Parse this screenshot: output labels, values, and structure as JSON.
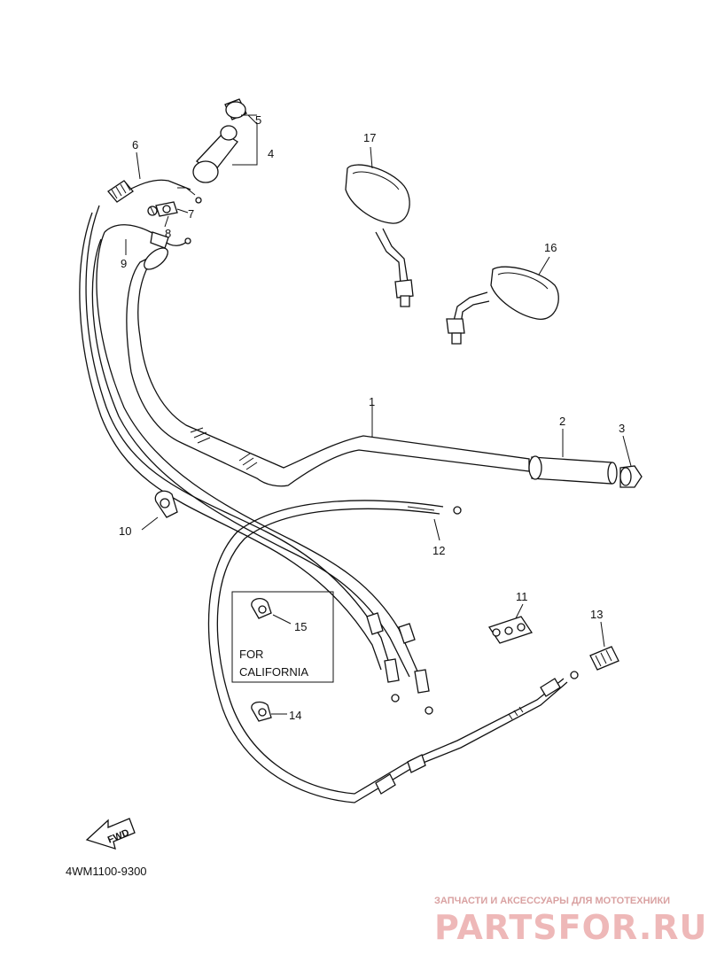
{
  "callouts": [
    {
      "num": "1"
    },
    {
      "num": "2"
    },
    {
      "num": "3"
    },
    {
      "num": "4"
    },
    {
      "num": "5"
    },
    {
      "num": "6"
    },
    {
      "num": "7"
    },
    {
      "num": "8"
    },
    {
      "num": "9"
    },
    {
      "num": "10"
    },
    {
      "num": "11"
    },
    {
      "num": "12"
    },
    {
      "num": "13"
    },
    {
      "num": "14"
    },
    {
      "num": "15"
    },
    {
      "num": "16"
    },
    {
      "num": "17"
    }
  ],
  "california_box": {
    "line1": "FOR",
    "line2": "CALIFORNIA"
  },
  "fwd_arrow": {
    "label": "FWD"
  },
  "diagram_code": "4WM1100-9300",
  "watermark": {
    "tagline": "ЗАПЧАСТИ И АКСЕССУАРЫ ДЛЯ МОТОТЕХНИКИ",
    "brand": "PARTSFOR.RU"
  }
}
